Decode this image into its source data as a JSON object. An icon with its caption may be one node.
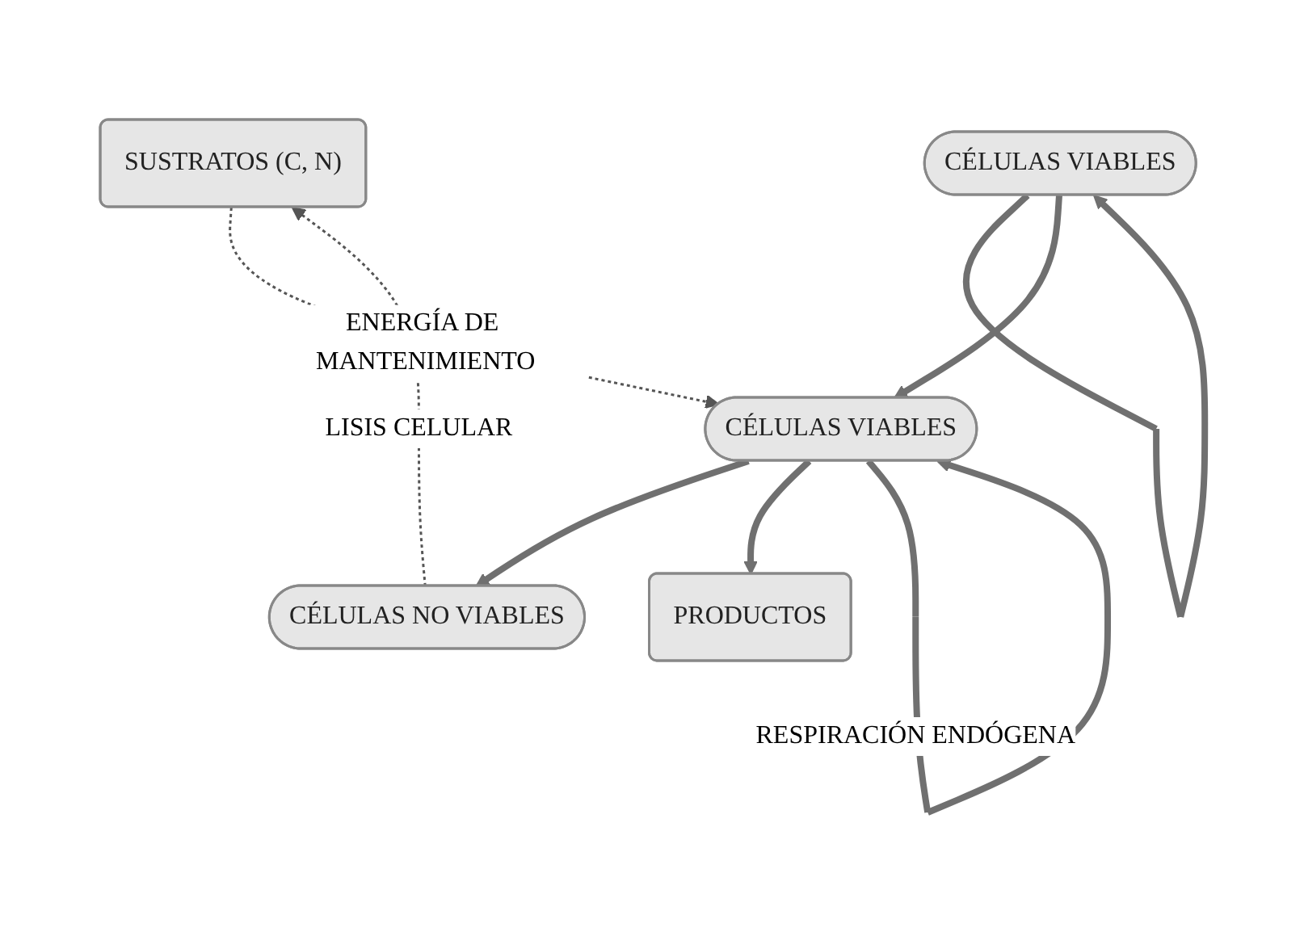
{
  "diagram": {
    "nodes": [
      {
        "text": [
          "SUSTRATOS (C, N)"
        ]
      },
      {
        "text": [
          "CÉLULAS VIABLES"
        ]
      },
      {
        "text": [
          "CÉLULAS VIABLES"
        ]
      },
      {
        "text": [
          "CÉLULAS NO VIABLES"
        ]
      },
      {
        "text": [
          "PRODUCTOS"
        ]
      }
    ],
    "edges": [
      {
        "from": 3,
        "to": 0,
        "arrow": "to",
        "style": "dashed",
        "label": "LISIS CELULAR",
        "color": "#555555"
      },
      {
        "from": 0,
        "to": 2,
        "arrow": "to",
        "style": "dashed",
        "label": "ENERGÍA DE MANTENIMIENTO",
        "color": "#555555"
      },
      {
        "from": 1,
        "to": 1,
        "arrow": "to"
      },
      {
        "from": 1,
        "to": 2,
        "arrow": "to"
      },
      {
        "from": 2,
        "to": 3,
        "arrow": "to"
      },
      {
        "from": 2,
        "to": 4,
        "arrow": "to"
      },
      {
        "from": 2,
        "to": 2,
        "arrow": "to",
        "label": "RESPIRACIÓN ENDÓGENA"
      }
    ]
  }
}
